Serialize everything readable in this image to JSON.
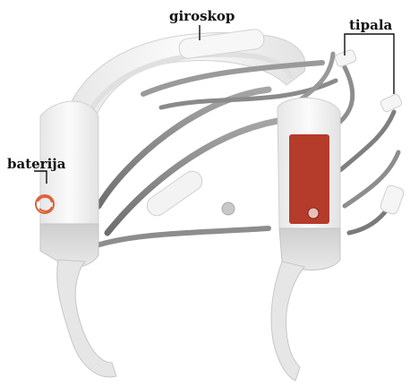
{
  "figure": {
    "background": "#ffffff",
    "labels": {
      "gyroscope": "giroskop",
      "sensors": "tipala",
      "battery": "baterija"
    }
  },
  "colors": {
    "shell_white": "#f4f4f4",
    "shell_shadow": "#d9d9d9",
    "metal_arm": "#8d8d8d",
    "metal_arm_dark": "#6c6c6c",
    "lower_gray": "#bfbfbf",
    "accent_red": "#b53b2a",
    "logo_orange": "#d9623b",
    "label_ink": "#111111"
  }
}
